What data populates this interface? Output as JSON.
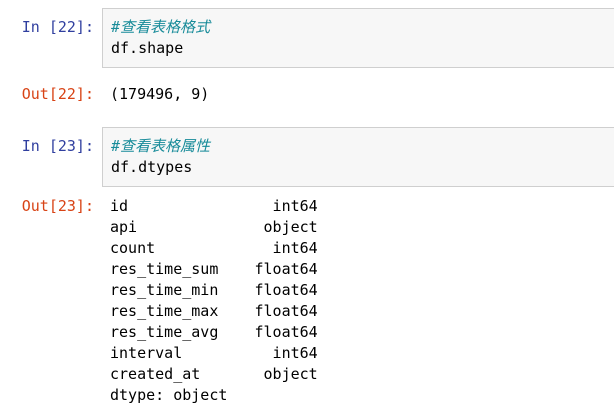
{
  "app": "jupyter-notebook",
  "colors": {
    "in_prompt": "#303F9F",
    "out_prompt": "#D84315",
    "comment": "#178B99",
    "code_text": "#000000",
    "input_bg": "#F7F7F7",
    "input_border": "#CFCFCF",
    "page_bg": "#FFFFFF"
  },
  "cells": [
    {
      "in_prompt": "In [22]:",
      "comment": "#查看表格格式",
      "code": "df.shape",
      "out_prompt": "Out[22]:",
      "output": "(179496, 9)"
    },
    {
      "in_prompt": "In [23]:",
      "comment": "#查看表格属性",
      "code": "df.dtypes",
      "out_prompt": "Out[23]:",
      "dtypes": [
        {
          "name": "id",
          "value": "int64"
        },
        {
          "name": "api",
          "value": "object"
        },
        {
          "name": "count",
          "value": "int64"
        },
        {
          "name": "res_time_sum",
          "value": "float64"
        },
        {
          "name": "res_time_min",
          "value": "float64"
        },
        {
          "name": "res_time_max",
          "value": "float64"
        },
        {
          "name": "res_time_avg",
          "value": "float64"
        },
        {
          "name": "interval",
          "value": "int64"
        },
        {
          "name": "created_at",
          "value": "object"
        }
      ],
      "dtypes_footer": "dtype: object"
    }
  ]
}
